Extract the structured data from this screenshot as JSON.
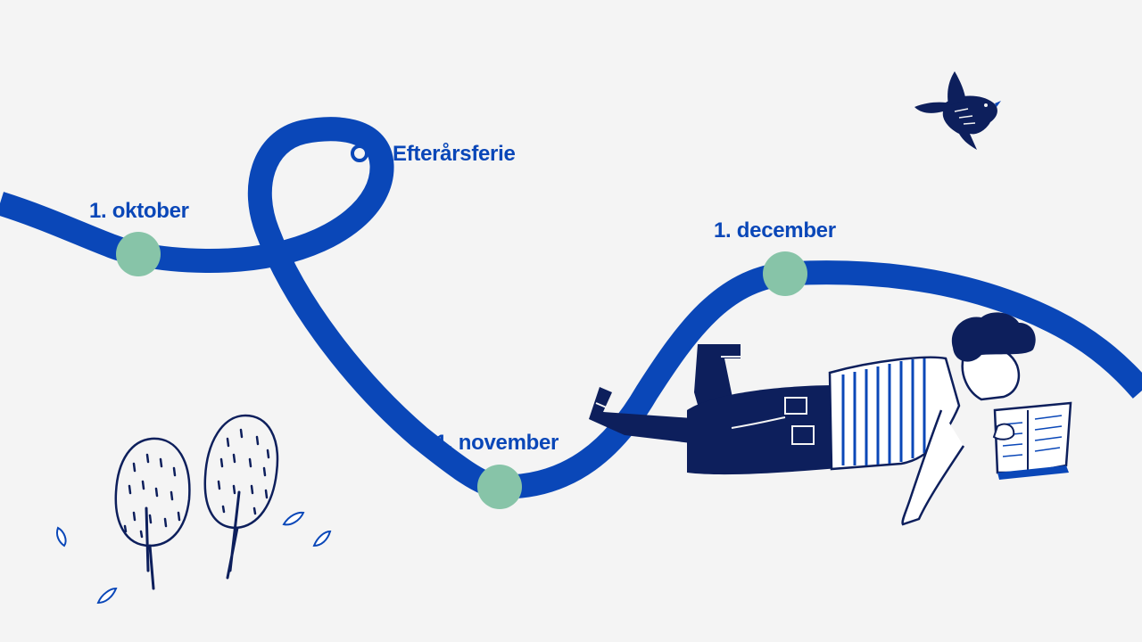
{
  "colors": {
    "background": "#f4f4f4",
    "timeline": "#0a47b8",
    "milestone_dot": "#87c4a8",
    "label": "#0a47b8",
    "ink": "#0d1f5c"
  },
  "milestones": [
    {
      "label": "1. oktober"
    },
    {
      "label": "Efterårsferie"
    },
    {
      "label": "1. november"
    },
    {
      "label": "1. december"
    }
  ],
  "illustrations": {
    "trees": "tree-icon",
    "leaves": "leaf-icon",
    "bird": "bird-icon",
    "reader": "person-reading-icon"
  }
}
